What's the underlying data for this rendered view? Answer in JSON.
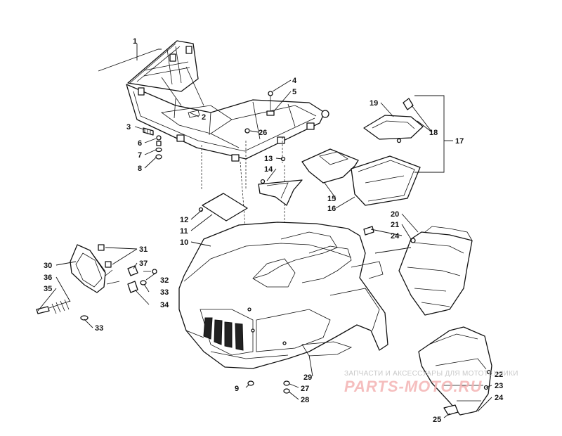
{
  "diagram": {
    "callouts": [
      {
        "id": "c1",
        "text": "1"
      },
      {
        "id": "c2",
        "text": "2"
      },
      {
        "id": "c3",
        "text": "3"
      },
      {
        "id": "c4",
        "text": "4"
      },
      {
        "id": "c5",
        "text": "5"
      },
      {
        "id": "c6",
        "text": "6"
      },
      {
        "id": "c7",
        "text": "7"
      },
      {
        "id": "c8",
        "text": "8"
      },
      {
        "id": "c9",
        "text": "9"
      },
      {
        "id": "c10",
        "text": "10"
      },
      {
        "id": "c11",
        "text": "11"
      },
      {
        "id": "c12",
        "text": "12"
      },
      {
        "id": "c13",
        "text": "13"
      },
      {
        "id": "c14",
        "text": "14"
      },
      {
        "id": "c15",
        "text": "15"
      },
      {
        "id": "c16",
        "text": "16"
      },
      {
        "id": "c17",
        "text": "17"
      },
      {
        "id": "c18",
        "text": "18"
      },
      {
        "id": "c19",
        "text": "19"
      },
      {
        "id": "c20",
        "text": "20"
      },
      {
        "id": "c21",
        "text": "21"
      },
      {
        "id": "c22",
        "text": "22"
      },
      {
        "id": "c23",
        "text": "23"
      },
      {
        "id": "c24a",
        "text": "24"
      },
      {
        "id": "c24b",
        "text": "24"
      },
      {
        "id": "c25",
        "text": "25"
      },
      {
        "id": "c26",
        "text": "26"
      },
      {
        "id": "c27",
        "text": "27"
      },
      {
        "id": "c28",
        "text": "28"
      },
      {
        "id": "c29",
        "text": "29"
      },
      {
        "id": "c30",
        "text": "30"
      },
      {
        "id": "c31",
        "text": "31"
      },
      {
        "id": "c32",
        "text": "32"
      },
      {
        "id": "c33a",
        "text": "33"
      },
      {
        "id": "c33b",
        "text": "33"
      },
      {
        "id": "c34",
        "text": "34"
      },
      {
        "id": "c35",
        "text": "35"
      },
      {
        "id": "c36",
        "text": "36"
      },
      {
        "id": "c37",
        "text": "37"
      }
    ]
  },
  "watermark": {
    "top_text": "ЗАПЧАСТИ И АКСЕССУАРЫ ДЛЯ МОТОТЕХНИКИ",
    "main_text": "PARTS-MOTO.RU"
  }
}
